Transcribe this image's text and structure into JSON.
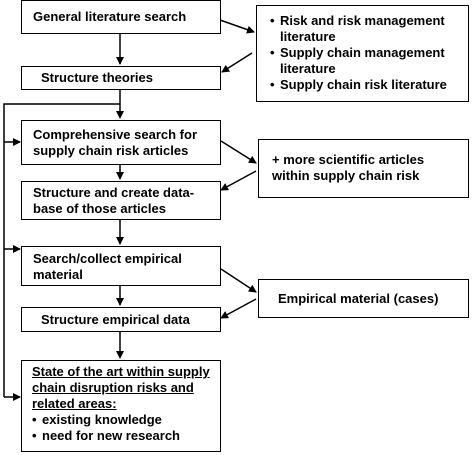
{
  "boxes": {
    "general_search": "General literature search",
    "structure_theories": "Structure theories",
    "comprehensive_search": "Comprehensive search for supply chain risk articles",
    "structure_database": "Structure and create data-base of those articles",
    "search_empirical": "Search/collect empirical material",
    "structure_empirical": "Structure empirical data",
    "state_of_art_heading": "State of the art within supply chain disruption risks and related areas:",
    "state_of_art_items": [
      "existing knowledge",
      "need for new research"
    ]
  },
  "side_boxes": {
    "literature_items": [
      "Risk and risk management literature",
      "Supply chain management literature",
      "Supply chain risk literature"
    ],
    "more_articles": "+ more scientific articles within supply chain risk",
    "empirical_cases": "Empirical material (cases)"
  }
}
